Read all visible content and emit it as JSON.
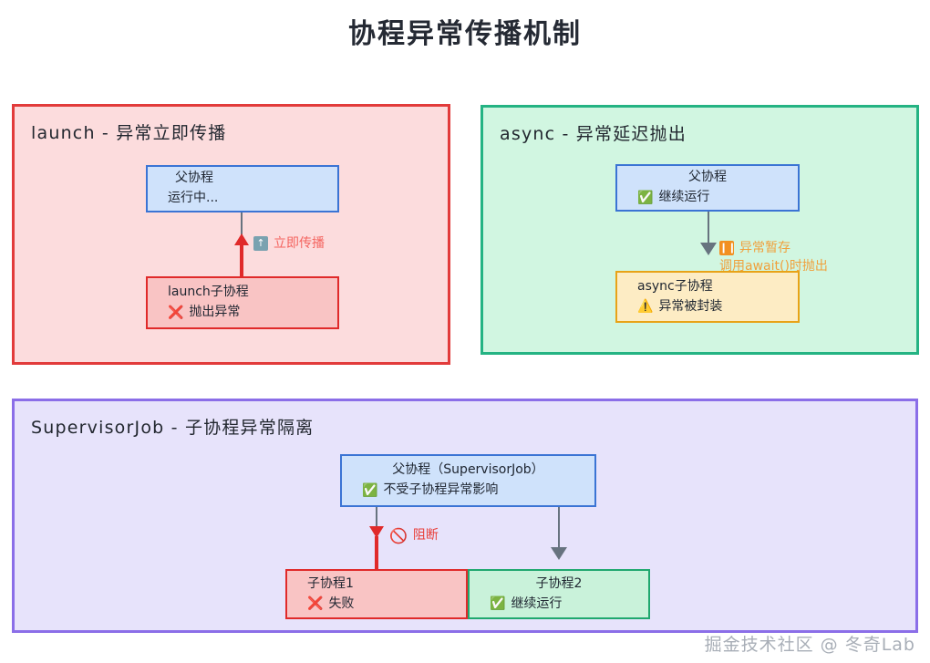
{
  "title": "协程异常传播机制",
  "watermark": "掘金技术社区 @ 冬奇Lab",
  "panels": {
    "launch": {
      "title": "launch - 异常立即传播",
      "parent": {
        "line1": "父协程",
        "line2": "运行中..."
      },
      "child": {
        "line1": "launch子协程",
        "icon": "cross-mark-icon",
        "icon_glyph": "❌",
        "line2": "抛出异常"
      },
      "annotation": {
        "badge": "up-arrow-icon",
        "badge_glyph": "↑",
        "text": "立即传播"
      }
    },
    "async": {
      "title": "async - 异常延迟抛出",
      "parent": {
        "line1": "父协程",
        "icon": "check-mark-icon",
        "icon_glyph": "✅",
        "line2": "继续运行"
      },
      "child": {
        "line1": "async子协程",
        "icon": "warning-icon",
        "icon_glyph": "⚠️",
        "line2": "异常被封装"
      },
      "annotation": {
        "badge": "pause-icon",
        "badge_glyph": "❙❙",
        "text_line1": "异常暂存",
        "text_line2": "调用await()时抛出"
      }
    },
    "supervisor": {
      "title": "SupervisorJob - 子协程异常隔离",
      "parent": {
        "line1": "父协程（SupervisorJob）",
        "icon": "check-mark-icon",
        "icon_glyph": "✅",
        "line2": "不受子协程异常影响"
      },
      "child1": {
        "line1": "子协程1",
        "icon": "cross-mark-icon",
        "icon_glyph": "❌",
        "line2": "失败"
      },
      "child2": {
        "line1": "子协程2",
        "icon": "check-mark-icon",
        "icon_glyph": "✅",
        "line2": "继续运行"
      },
      "annotation": {
        "icon": "no-entry-icon",
        "icon_glyph": "🚫",
        "text": "阻断"
      }
    }
  },
  "colors": {
    "panel_launch_bg": "#fcdcdd",
    "panel_launch_border": "#e23b3b",
    "panel_async_bg": "#d1f6e1",
    "panel_async_border": "#24b383",
    "panel_supervisor_bg": "#e7e3fb",
    "panel_supervisor_border": "#8b6ee8",
    "node_blue_bg": "#cfe2fb",
    "node_blue_border": "#3b74d4",
    "node_red_bg": "#f9c4c4",
    "node_red_border": "#e02a2a",
    "node_orange_bg": "#fdecc4",
    "node_orange_border": "#e8a317",
    "node_green_bg": "#c9f2da",
    "node_green_border": "#20a86f",
    "accent_red": "#e8413c",
    "accent_orange": "#f0a03c",
    "arrow_gray": "#67737f"
  }
}
